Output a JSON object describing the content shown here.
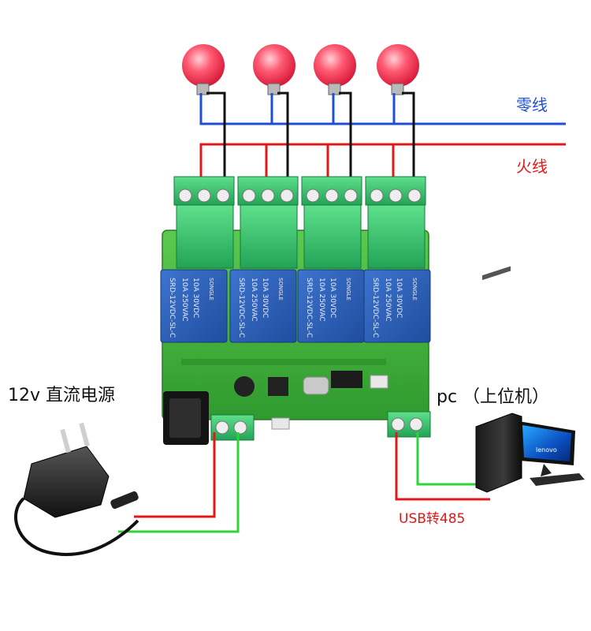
{
  "labels": {
    "neutral_line": "零线",
    "live_line": "火线",
    "power_supply": "12v 直流电源",
    "host_pc": "pc （上位机）",
    "usb_converter": "USB转485"
  },
  "relays": [
    {
      "model": "SRD-12VDC-SL-C",
      "rating1": "10A 250VAC",
      "rating2": "10A 30VDC",
      "brand": "SONGLE"
    },
    {
      "model": "SRD-12VDC-SL-C",
      "rating1": "10A 250VAC",
      "rating2": "10A 30VDC",
      "brand": "SONGLE"
    },
    {
      "model": "SRD-12VDC-SL-C",
      "rating1": "10A 250VAC",
      "rating2": "10A 30VDC",
      "brand": "SONGLE"
    },
    {
      "model": "SRD-12VDC-SL-C",
      "rating1": "10A 250VAC",
      "rating2": "10A 30VDC",
      "brand": "SONGLE"
    }
  ],
  "monitor_brand": "lenovo",
  "colors": {
    "neutral_wire": "#1c4fd6",
    "live_wire": "#e01818",
    "ground_wire": "#2fd43a",
    "pcb": "#3fb53a",
    "relay": "#2a5fb8",
    "terminal": "#35c06b",
    "bulb": "#ff5068"
  }
}
